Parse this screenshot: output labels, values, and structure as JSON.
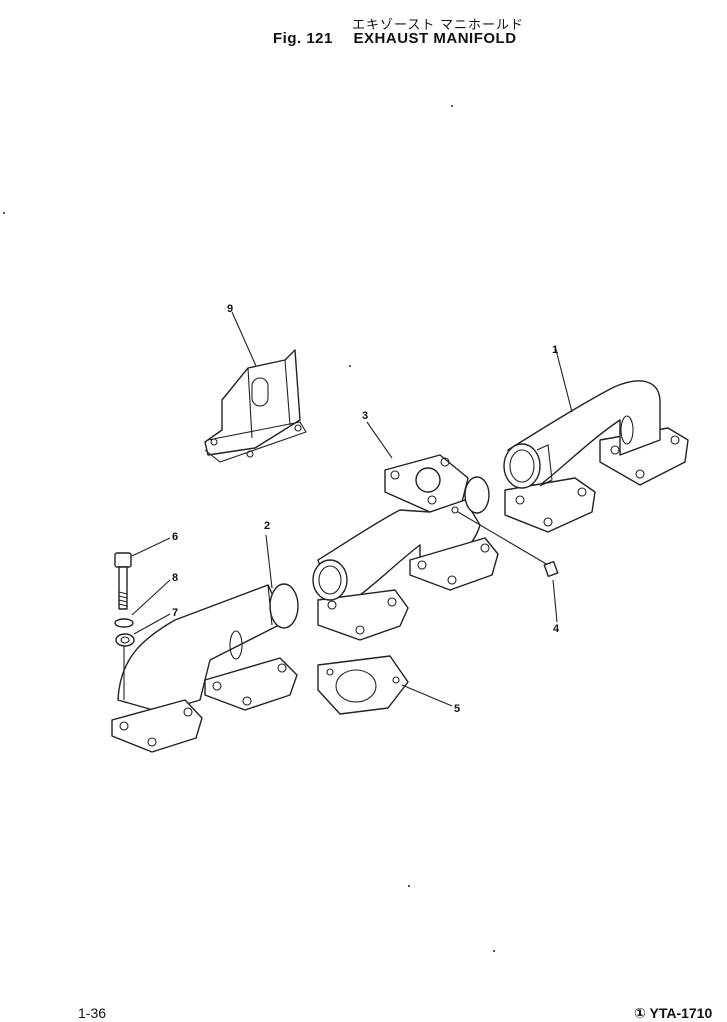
{
  "header": {
    "title_jp": "エキゾースト マニホールド",
    "fig_label": "Fig. 121",
    "fig_title": "EXHAUST MANIFOLD"
  },
  "callouts": {
    "c1": "1",
    "c2": "2",
    "c3": "3",
    "c4": "4",
    "c5": "5",
    "c6": "6",
    "c7": "7",
    "c8": "8",
    "c9": "9"
  },
  "footer": {
    "page": "1-36",
    "code": "① YTA-1710"
  }
}
